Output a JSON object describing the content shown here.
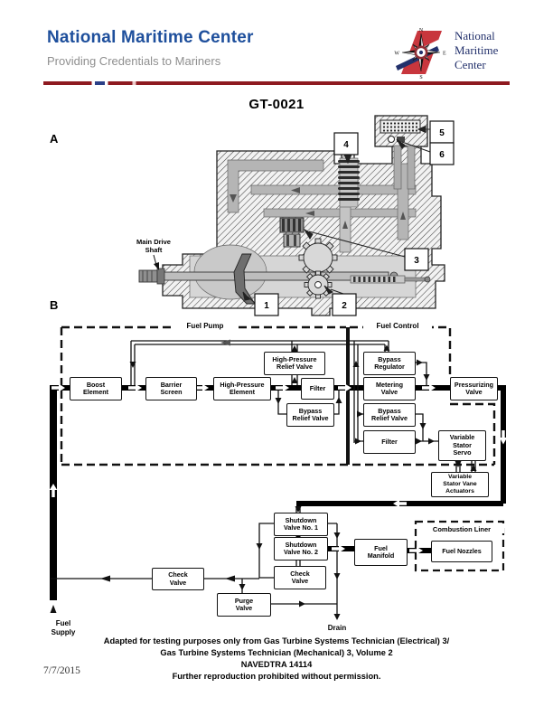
{
  "page": {
    "title": "GT-0021",
    "section_a": "A",
    "section_b": "B"
  },
  "header": {
    "title": "National Maritime Center",
    "subtitle": "Providing Credentials to Mariners",
    "logo_text": [
      "National",
      "Maritime",
      "Center"
    ],
    "compass": {
      "n": "N",
      "e": "E",
      "s": "S",
      "w": "W"
    }
  },
  "diagram_a": {
    "shaft_label": [
      "Main Drive",
      "Shaft"
    ],
    "callouts": [
      "1",
      "2",
      "3",
      "4",
      "5",
      "6"
    ]
  },
  "diagram_b": {
    "containers": {
      "fuel_pump": "Fuel Pump",
      "fuel_control": "Fuel Control",
      "combustion_liner": "Combustion Liner"
    },
    "boxes": [
      {
        "id": "boost-element",
        "lines": [
          "Boost",
          "Element"
        ]
      },
      {
        "id": "barrier-screen",
        "lines": [
          "Barrier",
          "Screen"
        ]
      },
      {
        "id": "high-pressure-element",
        "lines": [
          "High-Pressure",
          "Element"
        ]
      },
      {
        "id": "high-pressure-relief-valve",
        "lines": [
          "High-Pressure",
          "Relief Valve"
        ]
      },
      {
        "id": "filter-pump",
        "lines": [
          "Filter"
        ]
      },
      {
        "id": "bypass-relief-valve-pump",
        "lines": [
          "Bypass",
          "Relief Valve"
        ]
      },
      {
        "id": "bypass-regulator",
        "lines": [
          "Bypass",
          "Regulator"
        ]
      },
      {
        "id": "metering-valve",
        "lines": [
          "Metering",
          "Valve"
        ]
      },
      {
        "id": "bypass-relief-valve-control",
        "lines": [
          "Bypass",
          "Relief Valve"
        ]
      },
      {
        "id": "filter-control",
        "lines": [
          "Filter"
        ]
      },
      {
        "id": "pressurizing-valve",
        "lines": [
          "Pressurizing",
          "Valve"
        ]
      },
      {
        "id": "variable-stator-servo",
        "lines": [
          "Variable",
          "Stator",
          "Servo"
        ]
      },
      {
        "id": "variable-stator-vane-actuators",
        "lines": [
          "Variable",
          "Stator Vane",
          "Actuators"
        ]
      },
      {
        "id": "shutdown-valve-no-1",
        "lines": [
          "Shutdown",
          "Valve No. 1"
        ]
      },
      {
        "id": "shutdown-valve-no-2",
        "lines": [
          "Shutdown",
          "Valve No. 2"
        ]
      },
      {
        "id": "check-valve-shutdown",
        "lines": [
          "Check",
          "Valve"
        ]
      },
      {
        "id": "fuel-manifold",
        "lines": [
          "Fuel",
          "Manifold"
        ]
      },
      {
        "id": "fuel-nozzles",
        "lines": [
          "Fuel Nozzles"
        ]
      },
      {
        "id": "check-valve-supply",
        "lines": [
          "Check",
          "Valve"
        ]
      },
      {
        "id": "purge-valve",
        "lines": [
          "Purge",
          "Valve"
        ]
      }
    ],
    "labels": {
      "fuel_supply": [
        "Fuel",
        "Supply"
      ],
      "drain": "Drain"
    }
  },
  "footer": {
    "lines": [
      "Adapted for testing purposes only from Gas Turbine Systems Technician (Electrical) 3/",
      "Gas Turbine Systems Technician (Mechanical) 3, Volume 2",
      "NAVEDTRA 14114",
      "Further reproduction prohibited without permission."
    ],
    "date": "7/7/2015"
  },
  "colors": {
    "brand-blue": "#1E4F9C",
    "subtitle-gray": "#8F8F8F",
    "divider-red": "#8E1A20",
    "logo-navy": "#22306B",
    "logo-red": "#C8363D",
    "seal-red": "#8E2F36",
    "ink": "#111111"
  }
}
